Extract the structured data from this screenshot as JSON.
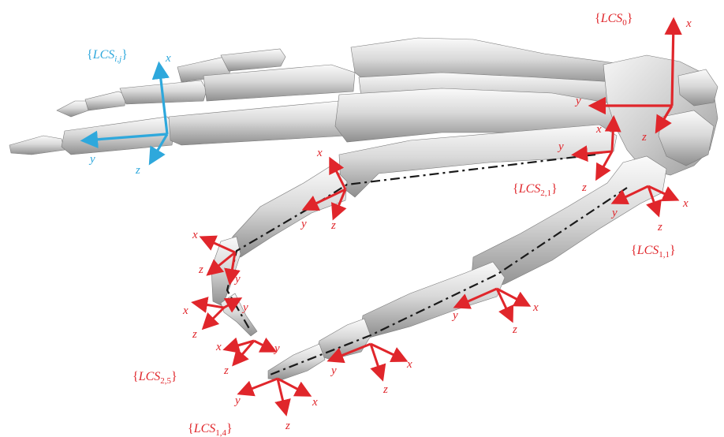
{
  "colors": {
    "frame_red": "#e0262b",
    "frame_blue": "#2ea8dc",
    "bone_light": "#f4f4f4",
    "bone_dark": "#8e8e8e",
    "chain_line": "#1a1a1a"
  },
  "frames": {
    "lcs0": {
      "open": "{",
      "base": "LCS",
      "sub": "0",
      "close": "}"
    },
    "lcsij": {
      "open": "{",
      "base": "LCS",
      "sub": "i,j",
      "close": "}"
    },
    "lcs21": {
      "open": "{",
      "base": "LCS",
      "sub": "2,1",
      "close": "}"
    },
    "lcs11": {
      "open": "{",
      "base": "LCS",
      "sub": "1,1",
      "close": "}"
    },
    "lcs25": {
      "open": "{",
      "base": "LCS",
      "sub": "2,5",
      "close": "}"
    },
    "lcs14": {
      "open": "{",
      "base": "LCS",
      "sub": "1,4",
      "close": "}"
    }
  },
  "axes": {
    "x": "x",
    "y": "y",
    "z": "z"
  }
}
